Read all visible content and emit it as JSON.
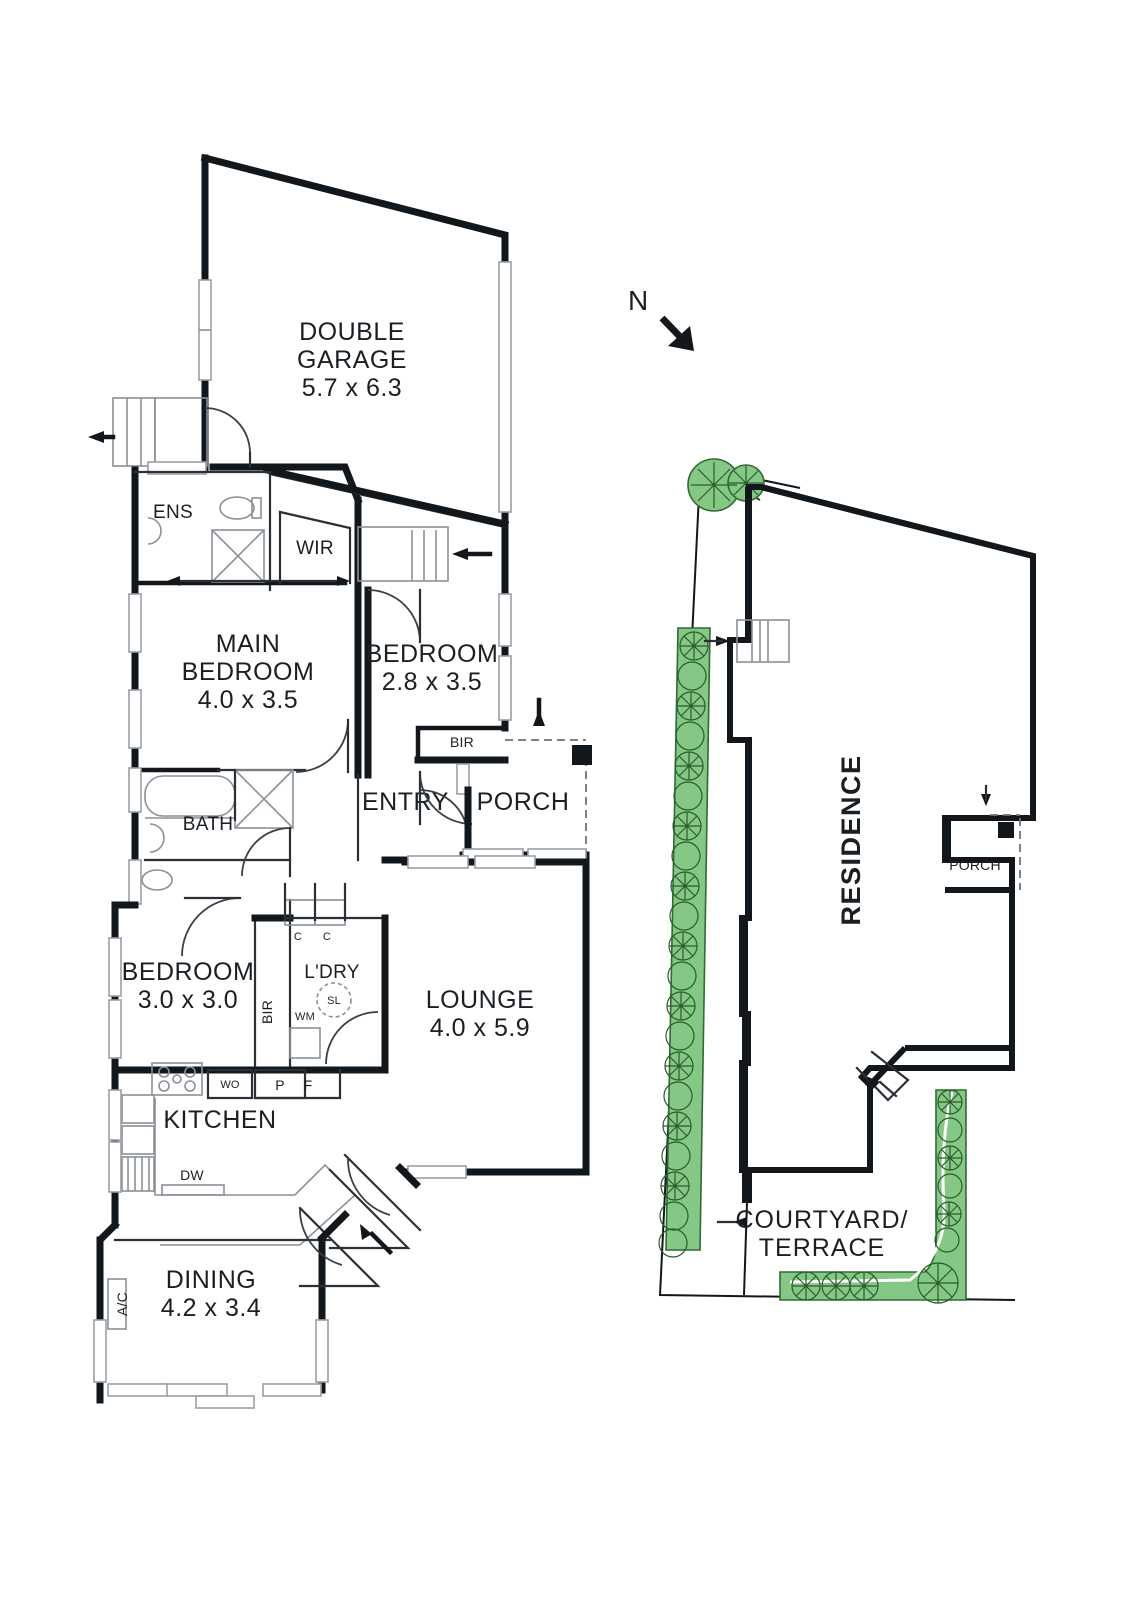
{
  "document": {
    "type": "residential-floor-plan",
    "orientation_marker": "N"
  },
  "floor_plan": {
    "rooms": [
      {
        "id": "double-garage",
        "label": "DOUBLE",
        "label2": "GARAGE",
        "dimensions": "5.7 x 6.3"
      },
      {
        "id": "ens",
        "label": "ENS",
        "dimensions": ""
      },
      {
        "id": "wir",
        "label": "WIR",
        "dimensions": ""
      },
      {
        "id": "main-bedroom",
        "label": "MAIN",
        "label2": "BEDROOM",
        "dimensions": "4.0 x 3.5"
      },
      {
        "id": "bedroom-2",
        "label": "BEDROOM",
        "dimensions": "2.8 x 3.5"
      },
      {
        "id": "bir-bedroom2",
        "label": "BIR",
        "dimensions": ""
      },
      {
        "id": "bath",
        "label": "BATH",
        "dimensions": ""
      },
      {
        "id": "entry",
        "label": "ENTRY",
        "dimensions": ""
      },
      {
        "id": "porch",
        "label": "PORCH",
        "dimensions": ""
      },
      {
        "id": "bedroom-3",
        "label": "BEDROOM",
        "dimensions": "3.0 x 3.0"
      },
      {
        "id": "bir-bedroom3",
        "label": "BIR",
        "dimensions": ""
      },
      {
        "id": "laundry",
        "label": "L'DRY",
        "dimensions": ""
      },
      {
        "id": "lounge",
        "label": "LOUNGE",
        "dimensions": "4.0 x 5.9"
      },
      {
        "id": "kitchen",
        "label": "KITCHEN",
        "dimensions": ""
      },
      {
        "id": "dining",
        "label": "DINING",
        "dimensions": "4.2 x 3.4"
      }
    ],
    "annotations": {
      "cupboard_a": "C",
      "cupboard_b": "C",
      "sink_laundry": "SL",
      "washing_machine": "WM",
      "wall_oven": "WO",
      "pantry": "P",
      "fridge": "F",
      "dishwasher": "DW",
      "air_conditioner": "A/C"
    },
    "labels": {
      "garage_title_line1": "DOUBLE",
      "garage_title_line2": "GARAGE",
      "garage_dim": "5.7 x 6.3",
      "ens": "ENS",
      "wir": "WIR",
      "main_bed_line1": "MAIN",
      "main_bed_line2": "BEDROOM",
      "main_bed_dim": "4.0 x 3.5",
      "bed2": "BEDROOM",
      "bed2_dim": "2.8 x 3.5",
      "bir2": "BIR",
      "bath": "BATH",
      "entry": "ENTRY",
      "porch": "PORCH",
      "bed3": "BEDROOM",
      "bed3_dim": "3.0 x 3.0",
      "bir3": "BIR",
      "ldry": "L'DRY",
      "lounge": "LOUNGE",
      "lounge_dim": "4.0 x 5.9",
      "kitchen": "KITCHEN",
      "dining": "DINING",
      "dining_dim": "4.2 x 3.4"
    }
  },
  "site_plan": {
    "labels": {
      "residence": "RESIDENCE",
      "porch": "PORCH",
      "courtyard_line1": "COURTYARD/",
      "courtyard_line2": "TERRACE"
    }
  },
  "compass": {
    "label": "N"
  },
  "colors": {
    "wall": "#12171c",
    "fixture": "#8b9197",
    "garden_green": "#85c785",
    "garden_stroke": "#2f6b32",
    "background": "#ffffff"
  }
}
